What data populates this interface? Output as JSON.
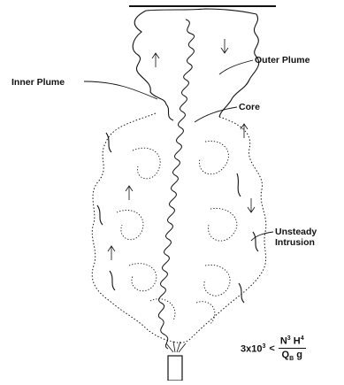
{
  "labels": {
    "inner_plume": "Inner Plume",
    "outer_plume": "Outer Plume",
    "core": "Core",
    "unsteady_line1": "Unsteady",
    "unsteady_line2": "Intrusion"
  },
  "formula": {
    "lhs": "3x10",
    "lhs_exp": "3",
    "op": "<",
    "num_a": "N",
    "num_a_exp": "3",
    "num_b": "H",
    "num_b_exp": "4",
    "den_a": "Q",
    "den_a_sub": "B",
    "den_b": "g"
  }
}
